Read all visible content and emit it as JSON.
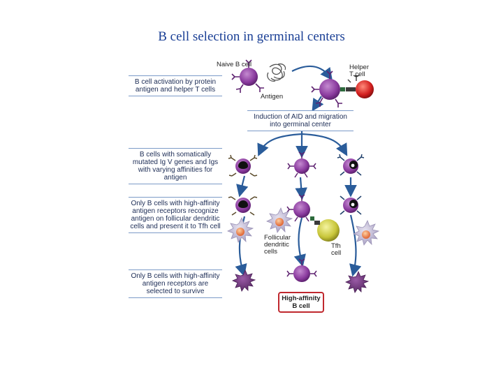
{
  "title": "B cell selection in germinal centers",
  "steps": [
    "B cell activation by protein antigen and helper T cells",
    "B cells with somatically mutated Ig V genes and Igs with varying affinities for antigen",
    "Only B cells with high-affinity antigen receptors recognize antigen on follicular dendritic cells and present it to Tfh cell",
    "Only B cells with high-affinity antigen receptors are selected to survive"
  ],
  "migration_label": "Induction of AID and migration into germinal center",
  "labels": {
    "naive_b_cell": "Naive B cell",
    "antigen": "Antigen",
    "helper_t_cell": "Helper T cell",
    "follicular_dendritic_cells": "Follicular dendritic cells",
    "tfh_cell": "Tfh cell",
    "high_affinity_b_cell": "High-affinity B cell"
  },
  "colors": {
    "b_cell": "#8a3a9e",
    "helper_t_cell": "#d21e1e",
    "tfh_cell": "#c8c63a",
    "dendritic_cell": "#c6c0d8",
    "arrow": "#2a5c9a",
    "text_title": "#1a3f95"
  }
}
